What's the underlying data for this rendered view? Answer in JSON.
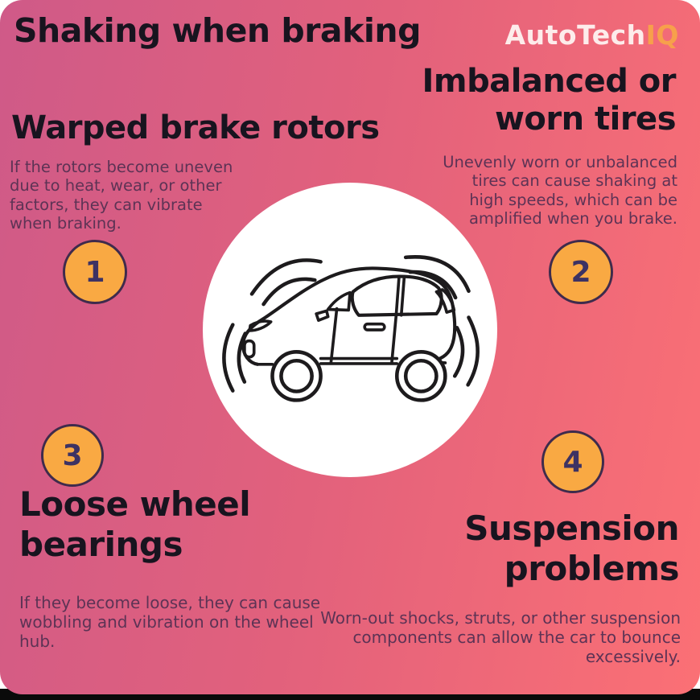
{
  "page": {
    "title": "Shaking when braking",
    "brand": {
      "part1": "AutoTech",
      "part2": "IQ"
    }
  },
  "causes": [
    {
      "number": "1",
      "title": "Warped brake rotors",
      "description": "If the rotors become uneven due to heat, wear, or other factors, they can vibrate when braking."
    },
    {
      "number": "2",
      "title": "Imbalanced or worn tires",
      "description": "Unevenly worn or unbalanced tires can cause shaking at high speeds, which can be amplified when you brake."
    },
    {
      "number": "3",
      "title": "Loose wheel bearings",
      "description": "If they become loose, they can cause wobbling and vibration on the wheel hub."
    },
    {
      "number": "4",
      "title": "Suspension problems",
      "description": "Worn-out shocks, struts, or other suspension components can allow the car to bounce excessively."
    }
  ],
  "center_illustration": "line-art car with vibration arcs",
  "colors": {
    "gradient_left": "#cf5a88",
    "gradient_right": "#fb7075",
    "badge_fill": "#f9a943",
    "badge_border": "#3f2b4c",
    "badge_number": "#3d3263",
    "heading_text": "#18141f",
    "body_text": "#5d3355",
    "brand_main": "#fdeceb",
    "brand_accent": "#f7a04b",
    "center_circle": "#ffffff",
    "car_line": "#1d1b1d",
    "bottom_strip": "#0a0a0a"
  }
}
